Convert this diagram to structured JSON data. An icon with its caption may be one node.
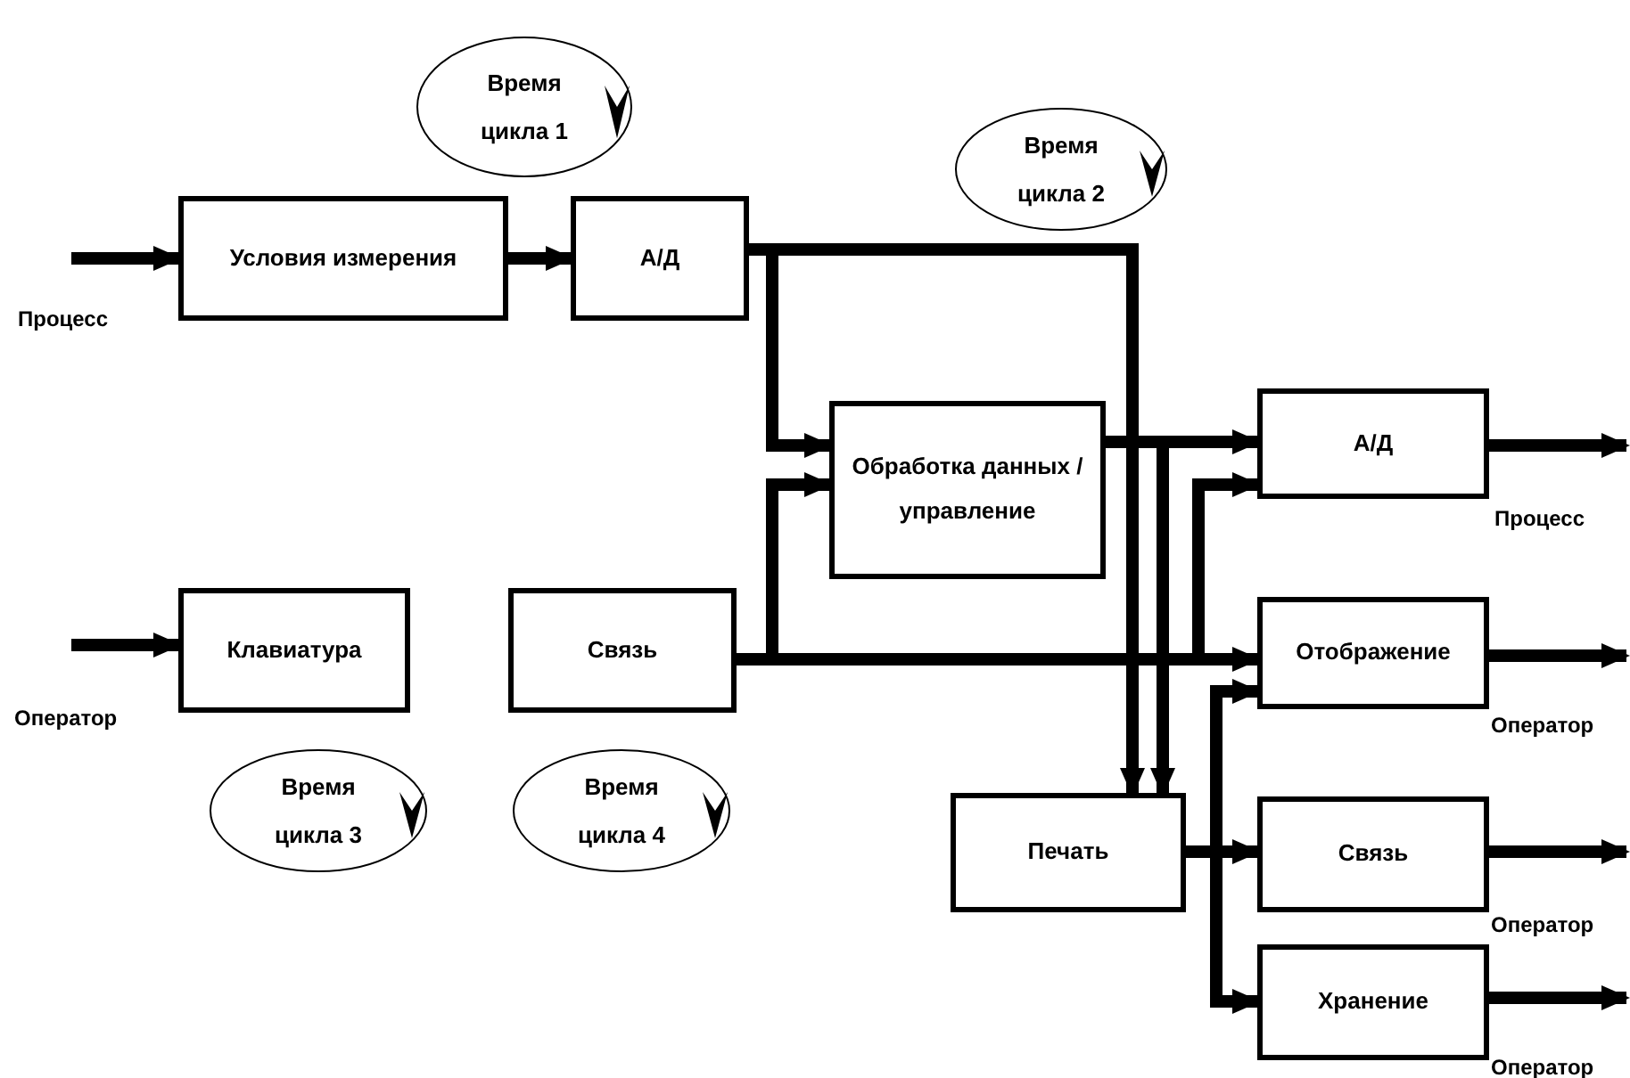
{
  "diagram": {
    "nodes": [
      {
        "text": [
          "Условия измерения"
        ]
      },
      {
        "text": [
          "А/Д"
        ]
      },
      {
        "text": [
          "Клавиатура"
        ]
      },
      {
        "text": [
          "Связь"
        ]
      },
      {
        "text": [
          "Обработка данных / управление"
        ]
      },
      {
        "text": [
          "А/Д"
        ]
      },
      {
        "text": [
          "Отображение"
        ]
      },
      {
        "text": [
          "Печать"
        ]
      },
      {
        "text": [
          "Связь"
        ]
      },
      {
        "text": [
          "Хранение"
        ]
      },
      {
        "text": [
          "Время цикла 1"
        ]
      },
      {
        "text": [
          "Время цикла 2"
        ]
      },
      {
        "text": [
          "Время цикла 3"
        ]
      },
      {
        "text": [
          "Время цикла 4"
        ]
      }
    ],
    "edges": [
      {
        "from": null,
        "to": 0,
        "arrow": "to"
      },
      {
        "from": 0,
        "to": 1,
        "arrow": "to"
      },
      {
        "from": null,
        "to": 2,
        "arrow": "to"
      },
      {
        "from": 1,
        "to": 4,
        "arrow": "to"
      },
      {
        "from": 3,
        "to": 4,
        "arrow": "to"
      },
      {
        "from": 4,
        "to": 5,
        "arrow": "to"
      },
      {
        "from": 3,
        "to": 6,
        "arrow": "to"
      },
      {
        "from": 1,
        "to": 7,
        "arrow": "to"
      },
      {
        "from": 4,
        "to": 7,
        "arrow": "to"
      },
      {
        "from": 3,
        "to": 5,
        "arrow": "to"
      },
      {
        "from": 7,
        "to": 6,
        "arrow": "to"
      },
      {
        "from": 7,
        "to": 8,
        "arrow": "to"
      },
      {
        "from": 7,
        "to": 9,
        "arrow": "to"
      },
      {
        "from": 5,
        "to": null,
        "arrow": "to"
      },
      {
        "from": 6,
        "to": null,
        "arrow": "to"
      },
      {
        "from": 8,
        "to": null,
        "arrow": "to"
      },
      {
        "from": 9,
        "to": null,
        "arrow": "to"
      }
    ],
    "labels": [
      "Процесс",
      "Оператор",
      "Процесс",
      "Оператор",
      "Оператор",
      "Оператор"
    ]
  }
}
